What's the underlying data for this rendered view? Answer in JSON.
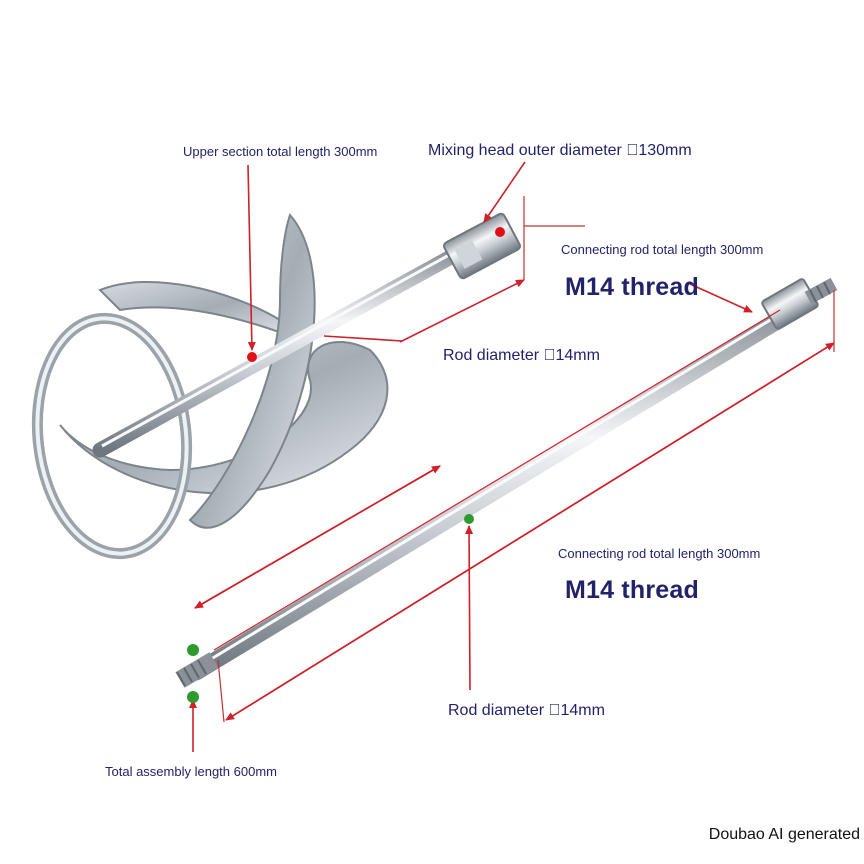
{
  "labels": {
    "upper_section": "Upper section total length 300mm",
    "head_diameter": "Mixing head outer diameter \u0000130mm",
    "connecting_rod_top": "Connecting rod total length 300mm",
    "m14_top": "M14 thread",
    "rod_diameter_top": "Rod diameter \u000014mm",
    "connecting_rod_bottom": "Connecting rod total length 300mm",
    "m14_bottom": "M14 thread",
    "rod_diameter_bottom": "Rod diameter \u000014mm",
    "total_assembly": "Total assembly length 600mm"
  },
  "watermark": "Doubao AI generated",
  "colors": {
    "label_text": "#22226a",
    "annotation_arrow": "#d0202a",
    "marker_red": "#e01018",
    "marker_green": "#2e9a2e",
    "steel_light": "#eef1f4",
    "steel_dark": "#7c848c"
  }
}
